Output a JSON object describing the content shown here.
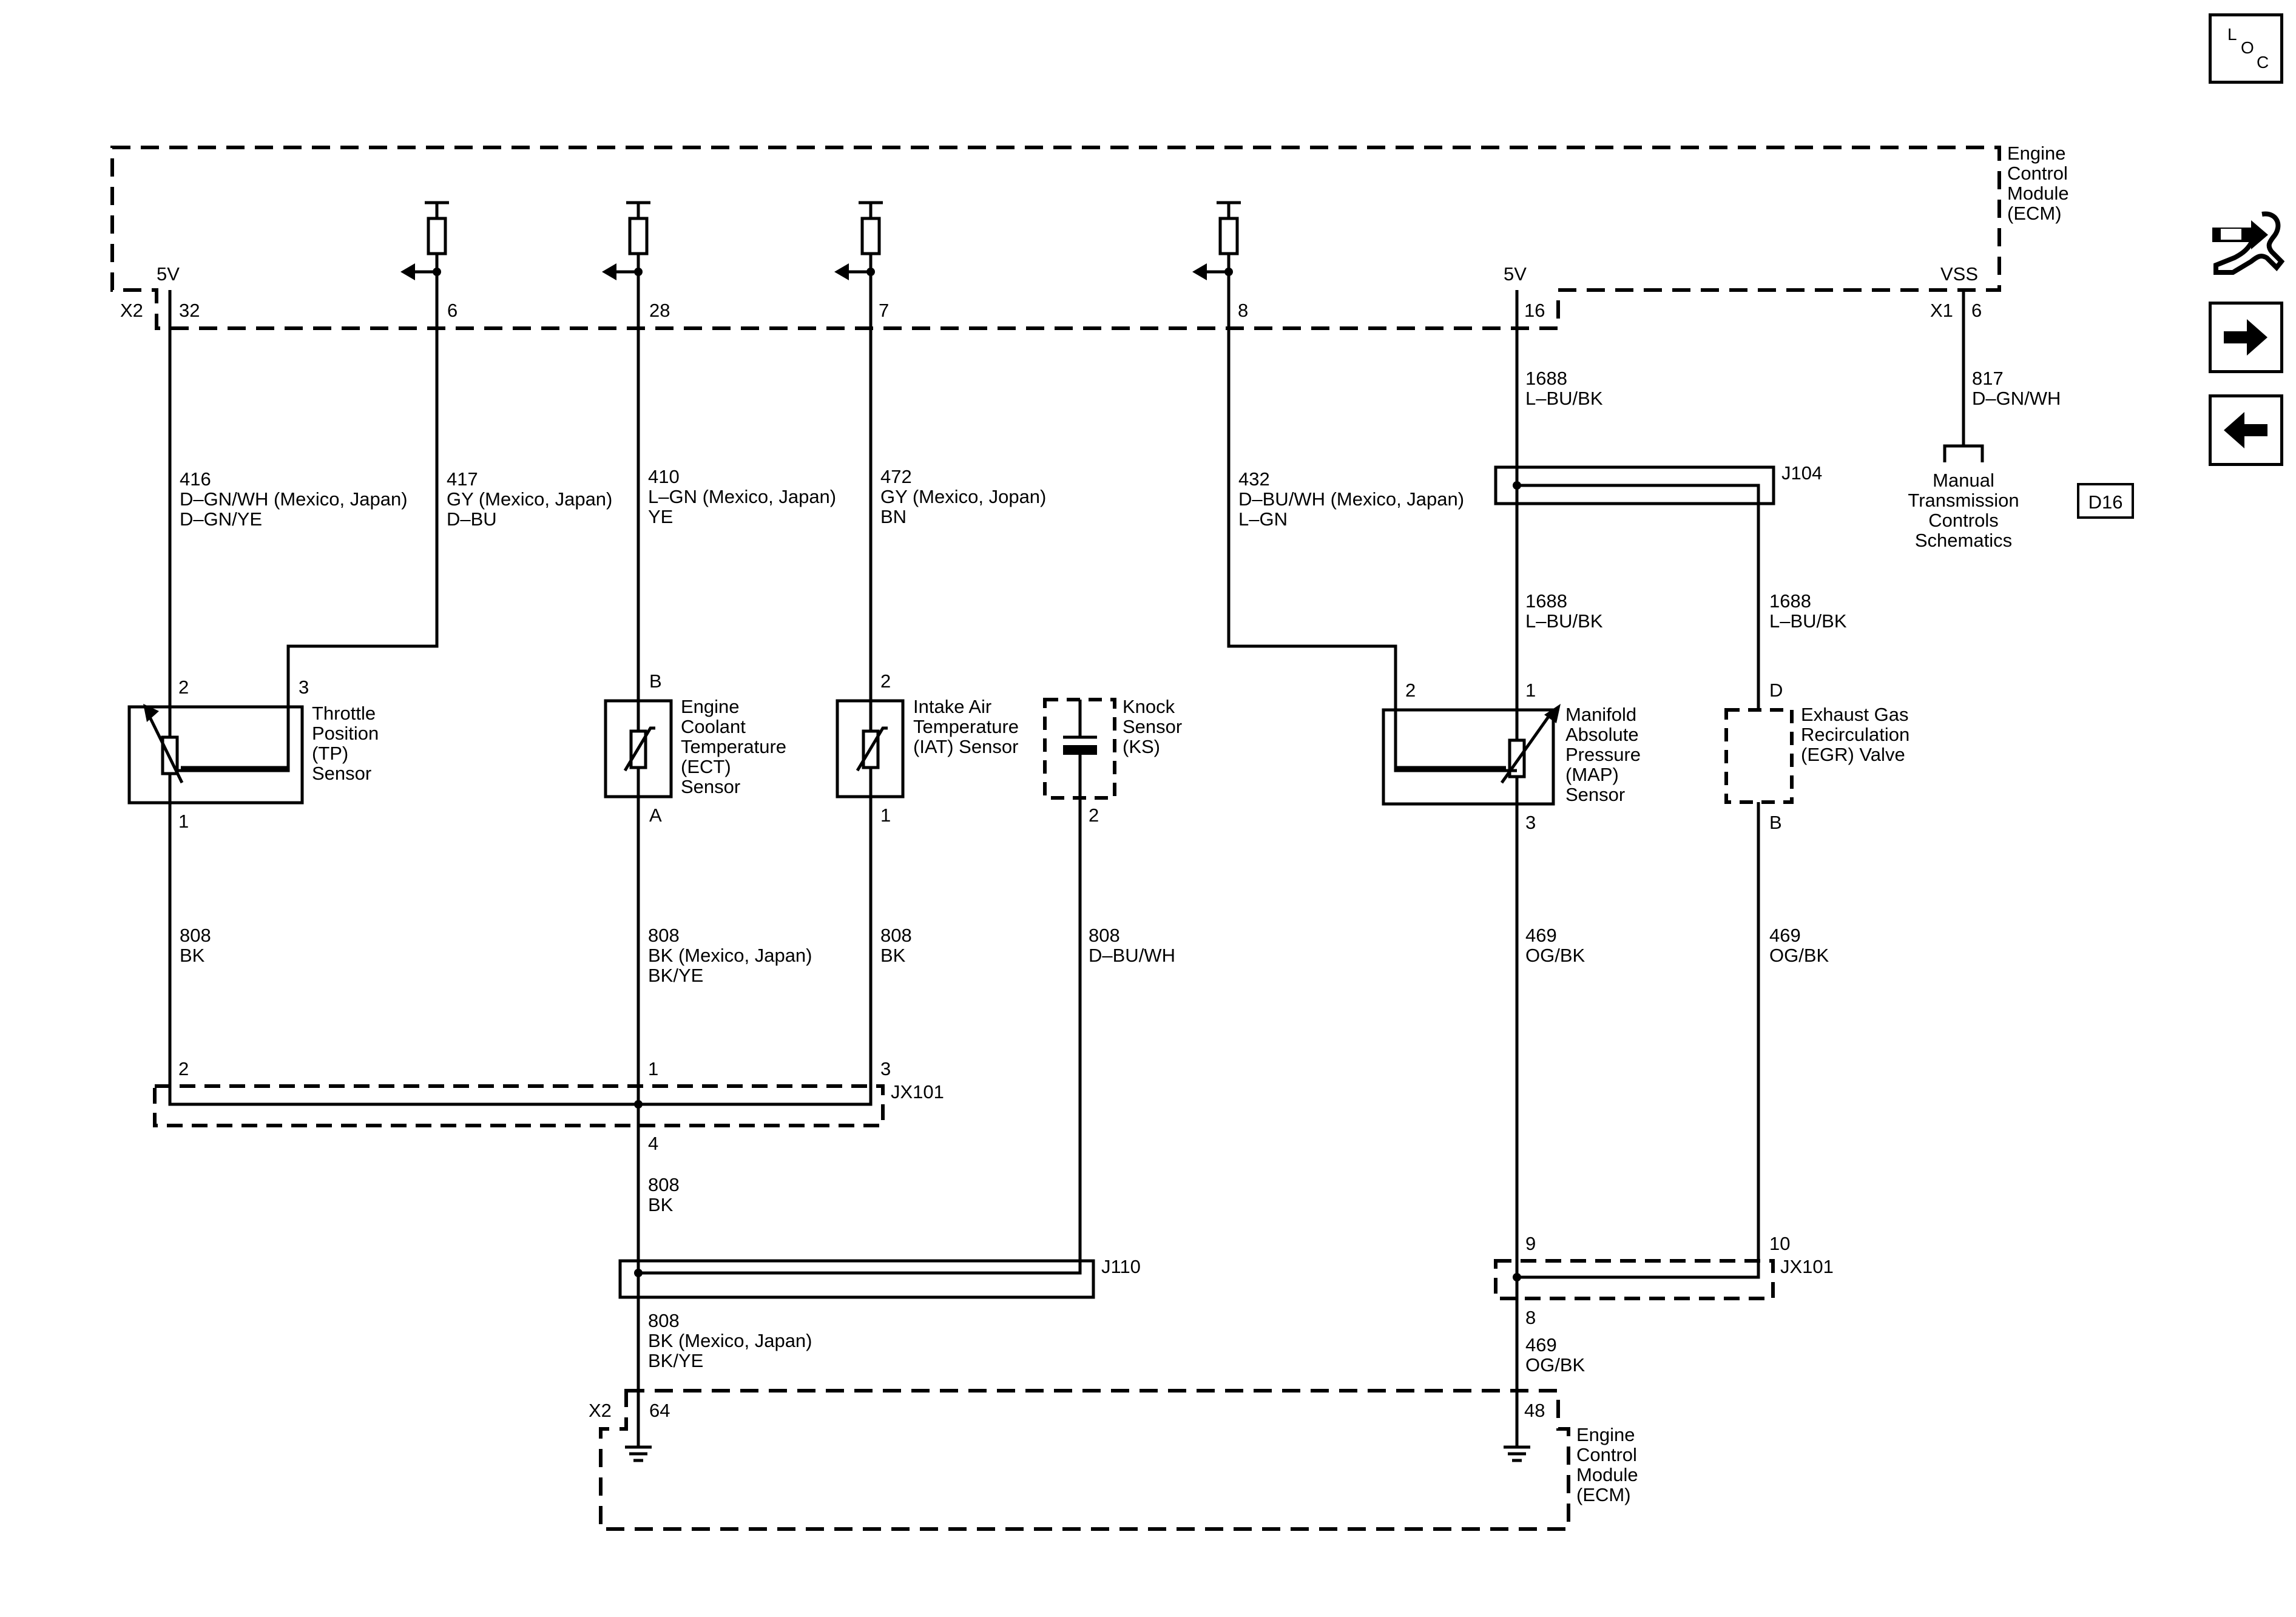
{
  "nav": {
    "loc_l": "L",
    "loc_o": "O",
    "loc_c": "C",
    "page_ref": "D16"
  },
  "ecm_top": {
    "name_lines": [
      "Engine",
      "Control",
      "Module",
      "(ECM)"
    ],
    "connector_x2": "X2",
    "connector_x1": "X1",
    "v5_left": "5V",
    "v5_right": "5V",
    "vss": "VSS",
    "pins": [
      "32",
      "6",
      "28",
      "7",
      "8",
      "16",
      "6"
    ]
  },
  "ecm_bottom": {
    "name_lines": [
      "Engine",
      "Control",
      "Module",
      "(ECM)"
    ],
    "connector_x2": "X2",
    "pins": [
      "64",
      "48"
    ]
  },
  "circuits": [
    {
      "id": "c416",
      "lines": [
        "416",
        "D–GN/WH (Mexico, Japan)",
        "D–GN/YE"
      ]
    },
    {
      "id": "c417",
      "lines": [
        "417",
        "GY (Mexico, Japan)",
        "D–BU"
      ]
    },
    {
      "id": "c410",
      "lines": [
        "410",
        "L–GN (Mexico, Japan)",
        "YE"
      ]
    },
    {
      "id": "c472",
      "lines": [
        "472",
        "GY (Mexico, Jopan)",
        "BN"
      ]
    },
    {
      "id": "c432",
      "lines": [
        "432",
        "D–BU/WH (Mexico, Japan)",
        "L–GN"
      ]
    },
    {
      "id": "c1688a",
      "lines": [
        "1688",
        "L–BU/BK"
      ]
    },
    {
      "id": "c817",
      "lines": [
        "817",
        "D–GN/WH"
      ]
    },
    {
      "id": "c1688b",
      "lines": [
        "1688",
        "L–BU/BK"
      ]
    },
    {
      "id": "c1688c",
      "lines": [
        "1688",
        "L–BU/BK"
      ]
    },
    {
      "id": "c808a",
      "lines": [
        "808",
        "BK"
      ]
    },
    {
      "id": "c808b",
      "lines": [
        "808",
        "BK (Mexico, Japan)",
        "BK/YE"
      ]
    },
    {
      "id": "c808c",
      "lines": [
        "808",
        "BK"
      ]
    },
    {
      "id": "c808d",
      "lines": [
        "808",
        "D–BU/WH"
      ]
    },
    {
      "id": "c469a",
      "lines": [
        "469",
        "OG/BK"
      ]
    },
    {
      "id": "c469b",
      "lines": [
        "469",
        "OG/BK"
      ]
    },
    {
      "id": "c808e",
      "lines": [
        "808",
        "BK"
      ]
    },
    {
      "id": "c808f",
      "lines": [
        "808",
        "BK (Mexico, Japan)",
        "BK/YE"
      ]
    },
    {
      "id": "c469c",
      "lines": [
        "469",
        "OG/BK"
      ]
    }
  ],
  "components": {
    "tp": {
      "name_lines": [
        "Throttle",
        "Position",
        "(TP)",
        "Sensor"
      ],
      "pins": [
        "2",
        "3",
        "1"
      ]
    },
    "ect": {
      "name_lines": [
        "Engine",
        "Coolant",
        "Temperature",
        "(ECT)",
        "Sensor"
      ],
      "pins": [
        "B",
        "A"
      ]
    },
    "iat": {
      "name_lines": [
        "Intake Air",
        "Temperature",
        "(IAT) Sensor"
      ],
      "pins": [
        "2",
        "1"
      ]
    },
    "ks": {
      "name_lines": [
        "Knock",
        "Sensor",
        "(KS)"
      ],
      "pins": [
        "2"
      ]
    },
    "map": {
      "name_lines": [
        "Manifold",
        "Absolute",
        "Pressure",
        "(MAP)",
        "Sensor"
      ],
      "pins": [
        "2",
        "1",
        "3"
      ]
    },
    "egr": {
      "name_lines": [
        "Exhaust Gas",
        "Recirculation",
        "(EGR) Valve"
      ],
      "pins": [
        "D",
        "B"
      ]
    },
    "mtcs": {
      "name_lines": [
        "Manual",
        "Transmission",
        "Controls",
        "Schematics"
      ]
    }
  },
  "splices": {
    "j104": "J104",
    "j110": "J110",
    "jx101_left": {
      "label": "JX101",
      "pins": [
        "2",
        "1",
        "3",
        "4"
      ]
    },
    "jx101_right": {
      "label": "JX101",
      "pins": [
        "9",
        "10",
        "8"
      ]
    }
  }
}
